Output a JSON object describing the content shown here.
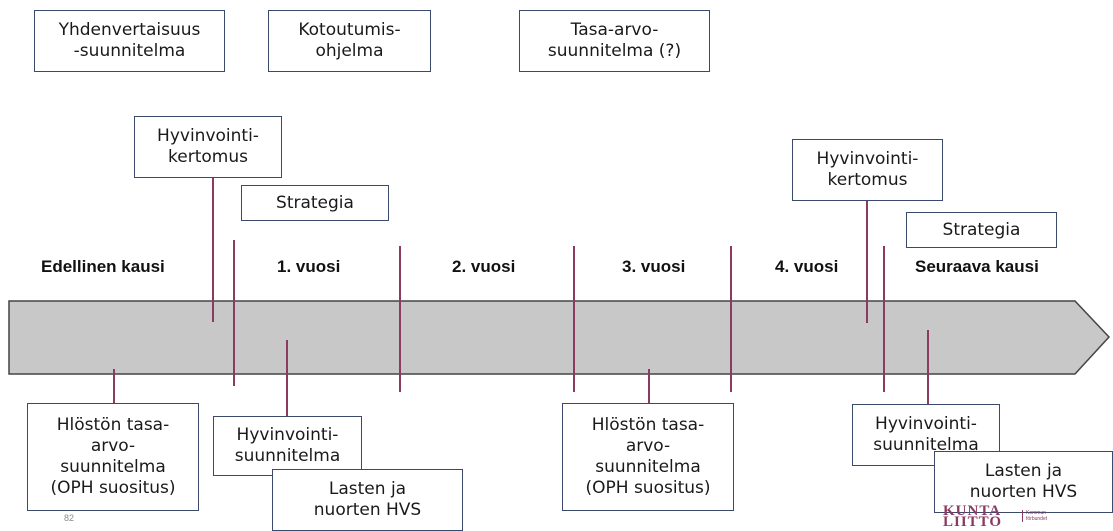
{
  "top_plans": {
    "equality_plan": "Yhdenvertaisuus\n-suunnitelma",
    "integration_program": "Kotoutumis-\nohjelma",
    "gender_equality_plan": "Tasa-arvo-\nsuunnitelma (?)"
  },
  "above_line": {
    "welfare_report_1": "Hyvinvointi-\nkertomus",
    "strategy_1": "Strategia",
    "welfare_report_2": "Hyvinvointi-\nkertomus",
    "strategy_2": "Strategia"
  },
  "periods": {
    "previous": "Edellinen kausi",
    "year_1": "1. vuosi",
    "year_2": "2. vuosi",
    "year_3": "3. vuosi",
    "year_4": "4. vuosi",
    "next": "Seuraava kausi"
  },
  "below_line": {
    "staff_equality_plan_1": "Hlöstön tasa-\narvo-\nsuunnitelma\n(OPH suositus)",
    "welfare_plan_1": "Hyvinvointi-\nsuunnitelma",
    "child_youth_plan_1": "Lasten ja\nnuorten HVS",
    "staff_equality_plan_2": "Hlöstön tasa-\narvo-\nsuunnitelma\n(OPH suositus)",
    "welfare_plan_2": "Hyvinvointi-\nsuunnitelma",
    "child_youth_plan_2": "Lasten ja\nnuorten HVS"
  },
  "footer": {
    "page_number": "82",
    "logo_text": "KUNTA\nLIITTO",
    "logo_sub": "Kommun-\nförbundet"
  },
  "colors": {
    "arrow_fill": "#c8c8c8",
    "arrow_stroke": "#444444",
    "tick": "#8b3a62",
    "box_border": "#3b4a6b"
  }
}
